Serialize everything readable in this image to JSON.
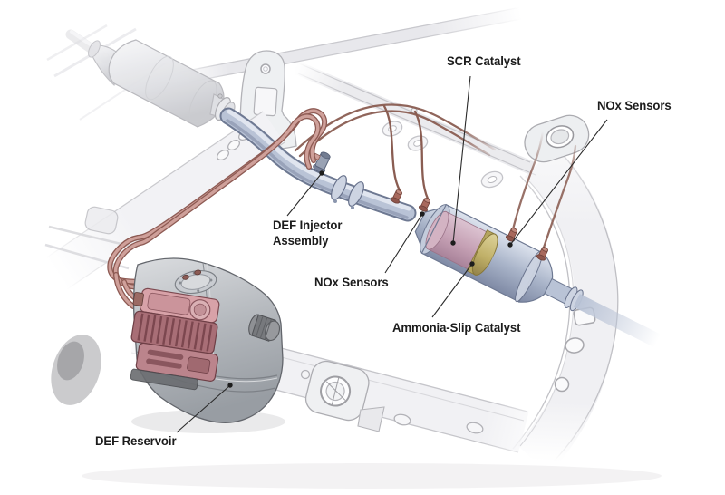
{
  "labels": {
    "scr_catalyst": "SCR Catalyst",
    "nox_sensors_right": "NOx Sensors",
    "def_injector_line1": "DEF Injector",
    "def_injector_line2": "Assembly",
    "nox_sensors_left": "NOx Sensors",
    "ammonia_slip_catalyst": "Ammonia-Slip Catalyst",
    "def_reservoir": "DEF Reservoir"
  },
  "components": [
    "truck-frame",
    "muffler",
    "exhaust-pipe",
    "def-injector-assembly",
    "nox-sensor",
    "scr-catalyst",
    "ammonia-slip-catalyst",
    "tailpipe",
    "sensor-wiring",
    "def-hoses",
    "def-reservoir-tank",
    "def-pump-module"
  ],
  "colors": {
    "label_text": "#1c1c1c",
    "leader_line": "#2a2a2a",
    "exhaust_fill": "#b9c3d6",
    "exhaust_highlight": "#e4e9f2",
    "exhaust_outline": "#6e7992",
    "catalyst_substrate": "#c5a0b4",
    "ammonia_disc": "#c0b068",
    "sensor_brown": "#a8695d",
    "wire_brown": "#8a5d52",
    "hose_pink": "#cfa09a",
    "hose_outline": "#8d5a53",
    "pump_pink": "#b97f86",
    "pump_dark": "#7c474f",
    "tank_outline": "#63666c",
    "frame_stroke": "#c0c0c5",
    "frame_fill": "#f1f1f4"
  }
}
